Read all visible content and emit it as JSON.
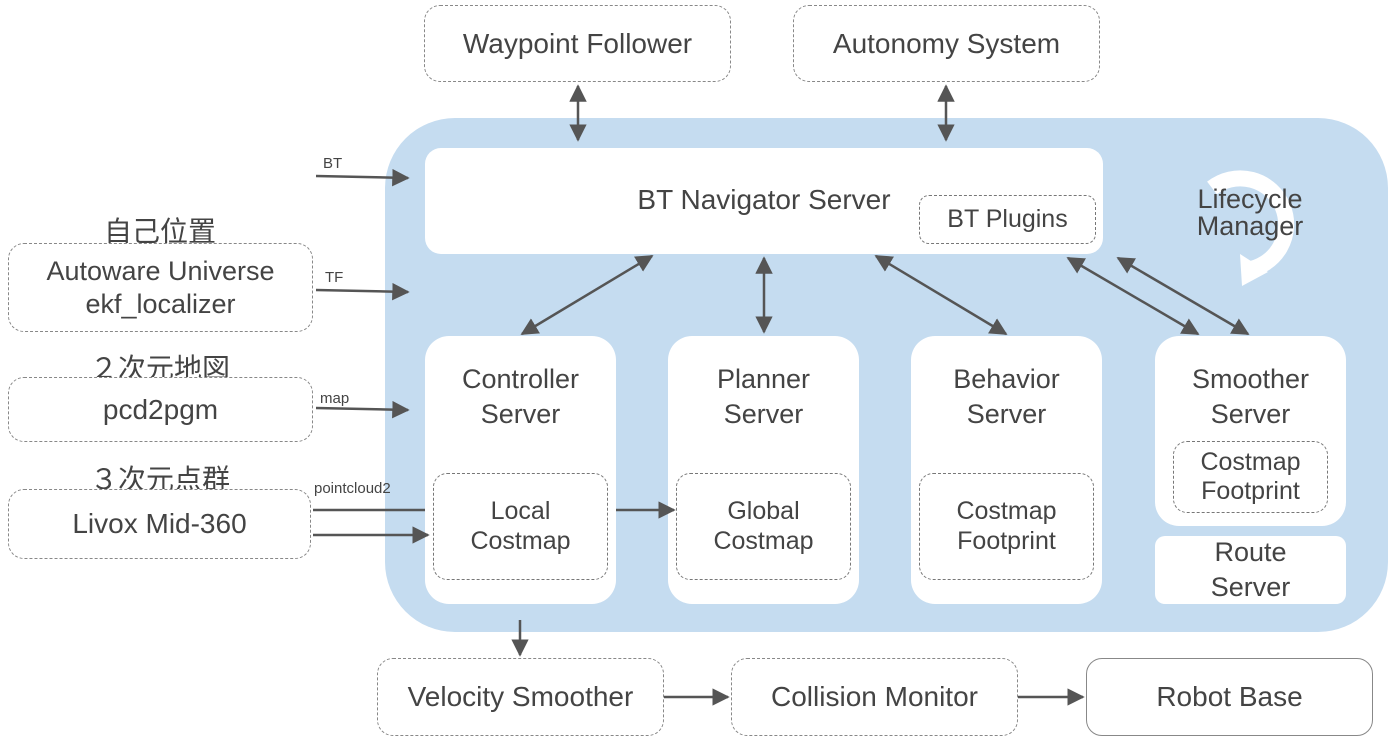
{
  "top": {
    "waypoint_follower": "Waypoint Follower",
    "autonomy_system": "Autonomy System"
  },
  "navigator": {
    "title": "BT Navigator Server",
    "plugins": "BT Plugins"
  },
  "lifecycle": "Lifecycle\nManager",
  "servers": {
    "controller": {
      "title": "Controller\nServer",
      "inner": "Local\nCostmap"
    },
    "planner": {
      "title": "Planner\nServer",
      "inner": "Global\nCostmap"
    },
    "behavior": {
      "title": "Behavior\nServer",
      "inner": "Costmap\nFootprint"
    },
    "smoother": {
      "title": "Smoother\nServer",
      "inner": "Costmap\nFootprint"
    },
    "route": "Route\nServer"
  },
  "inputs": {
    "bt_label": "BT",
    "tf_label": "TF",
    "map_label": "map",
    "pointcloud_label": "pointcloud2",
    "self_position_heading": "自己位置",
    "autoware": "Autoware Universe\nekf_localizer",
    "map2d_heading": "２次元地図",
    "pcd2pgm": "pcd2pgm",
    "cloud3d_heading": "３次元点群",
    "livox": "Livox Mid-360"
  },
  "bottom": {
    "velocity_smoother": "Velocity Smoother",
    "collision_monitor": "Collision Monitor",
    "robot_base": "Robot Base"
  }
}
